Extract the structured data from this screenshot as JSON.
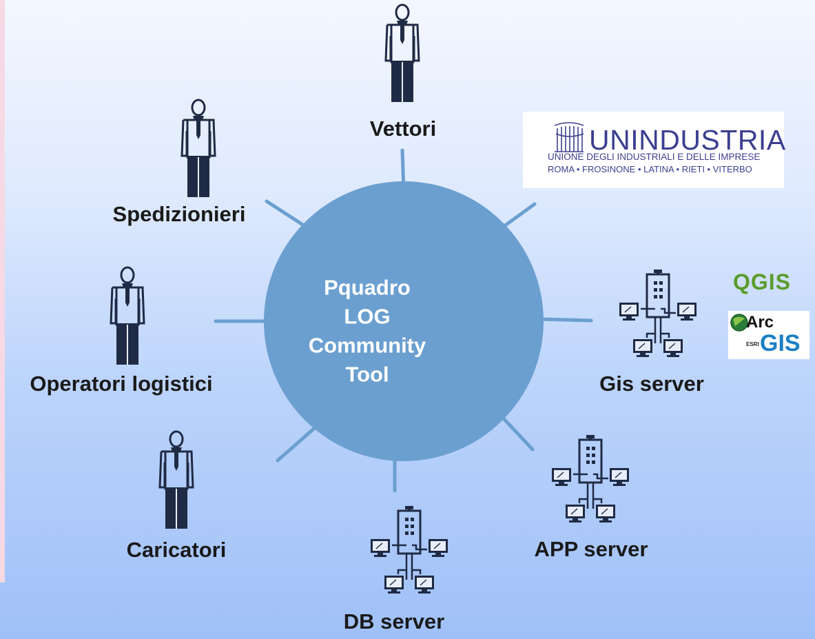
{
  "center": {
    "lines": [
      "Pquadro",
      "LOG",
      "Community",
      "Tool"
    ]
  },
  "nodes": {
    "vettori": "Vettori",
    "spedizionieri": "Spedizionieri",
    "operatori_logistici": "Operatori logistici",
    "caricatori": "Caricatori",
    "gis_server": "Gis server",
    "app_server": "APP server",
    "db_server": "DB server"
  },
  "logos": {
    "unindustria": {
      "name": "UNINDUSTRIA",
      "line1": "UNIONE DEGLI INDUSTRIALI E DELLE IMPRESE",
      "line2": "ROMA • FROSINONE • LATINA • RIETI • VITERBO"
    },
    "qgis": "QGIS",
    "arcgis": {
      "arc": "Arc",
      "gis": "GIS",
      "esri": "ESRI"
    }
  },
  "icons": {
    "person": "person-icon",
    "server": "server-network-icon"
  },
  "colors": {
    "circle": "#6b9fd0",
    "connector": "#6b9fd0",
    "icon_fill": "#1f2a44",
    "label": "#1a1a1a",
    "qgis": "#5a9c2b",
    "arcgis_blue": "#1b7fc3",
    "unindustria": "#3b3f8f"
  }
}
